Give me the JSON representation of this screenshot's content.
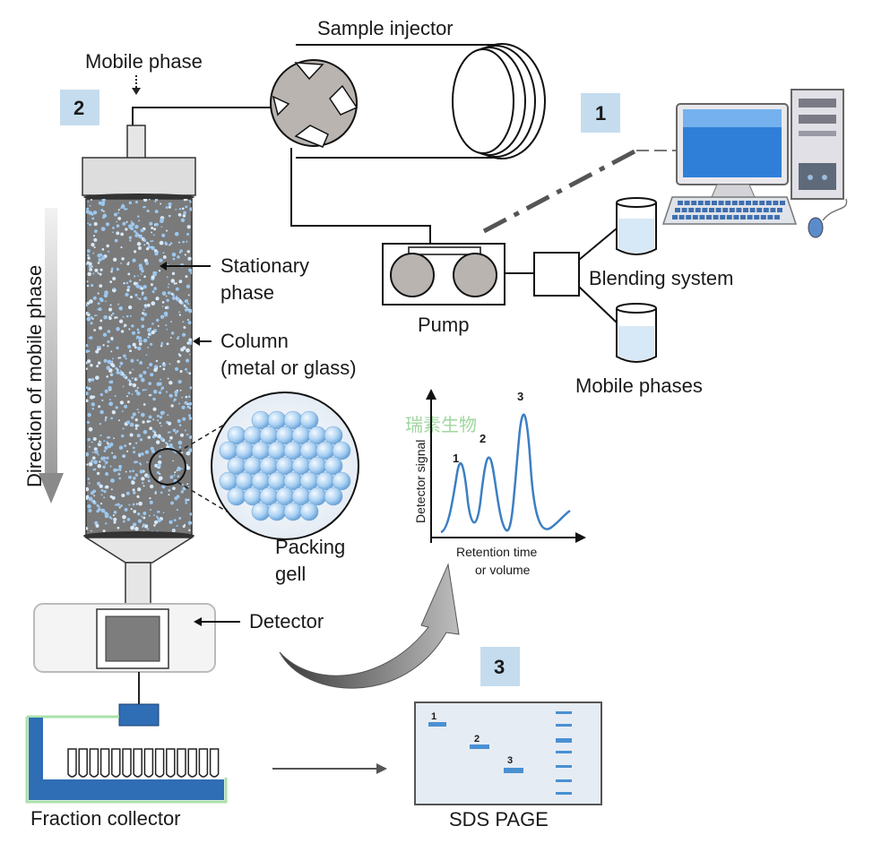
{
  "labels": {
    "sample_injector": "Sample injector",
    "mobile_phase": "Mobile phase",
    "stationary_phase_1": "Stationary",
    "stationary_phase_2": "phase",
    "column_1": "Column",
    "column_2": "(metal or glass)",
    "packing_1": "Packing",
    "packing_2": "gell",
    "detector": "Detector",
    "pump": "Pump",
    "blending_system": "Blending system",
    "mobile_phases": "Mobile phases",
    "direction": "Direction of mobile phase",
    "fraction_collector": "Fraction collector",
    "sds_page": "SDS PAGE",
    "watermark": "瑞素生物"
  },
  "badges": {
    "one": "1",
    "two": "2",
    "three": "3"
  },
  "chromatogram": {
    "ylabel": "Detector signal",
    "xlabel_1": "Retention time",
    "xlabel_2": "or volume",
    "peaks": [
      "1",
      "2",
      "3"
    ]
  },
  "gel_bands": [
    "1",
    "2",
    "3"
  ],
  "colors": {
    "badge": "#c5dcee",
    "band": "#4a90d2",
    "collector": "#2f6db5",
    "trace": "#3b7fc4",
    "bead": "#9cc7ee"
  }
}
